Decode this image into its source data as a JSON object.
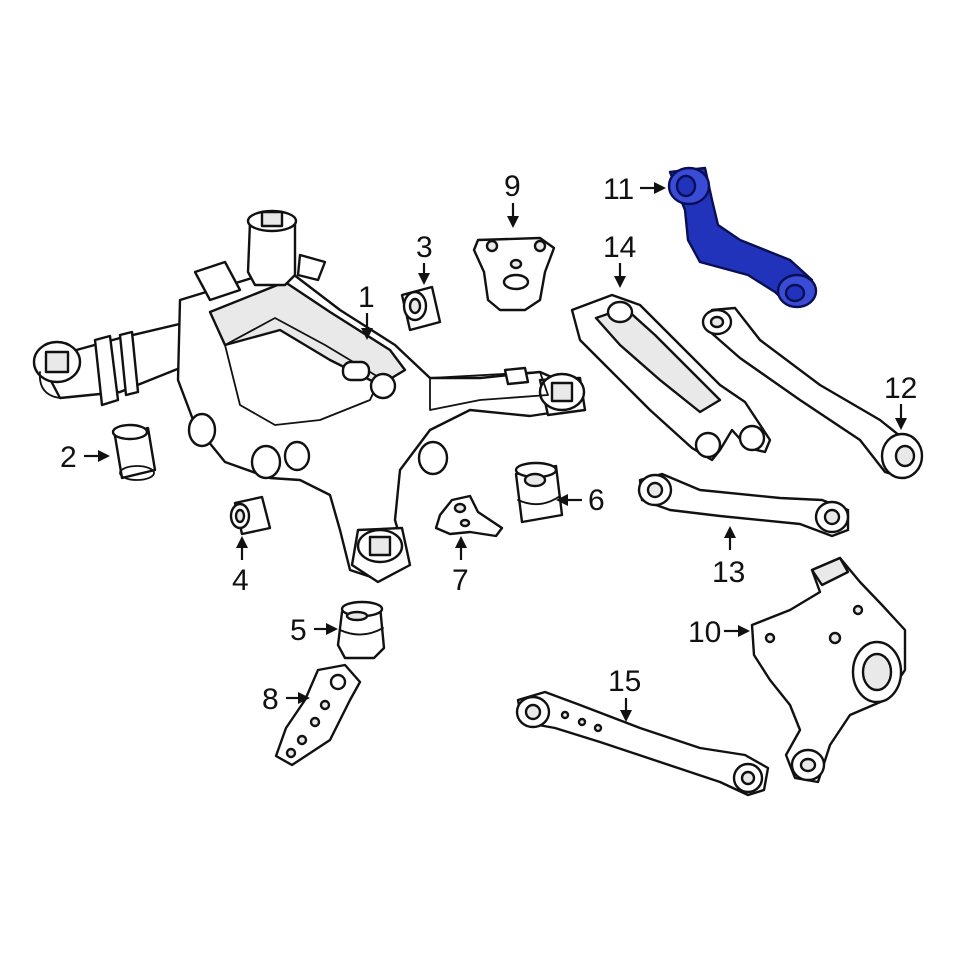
{
  "colors": {
    "line": "#111111",
    "highlight": "#2233bb",
    "background": "#ffffff"
  },
  "callouts": {
    "c1": "1",
    "c2": "2",
    "c3": "3",
    "c4": "4",
    "c5": "5",
    "c6": "6",
    "c7": "7",
    "c8": "8",
    "c9": "9",
    "c10": "10",
    "c11": "11",
    "c12": "12",
    "c13": "13",
    "c14": "14",
    "c15": "15"
  },
  "highlighted_part": "11"
}
